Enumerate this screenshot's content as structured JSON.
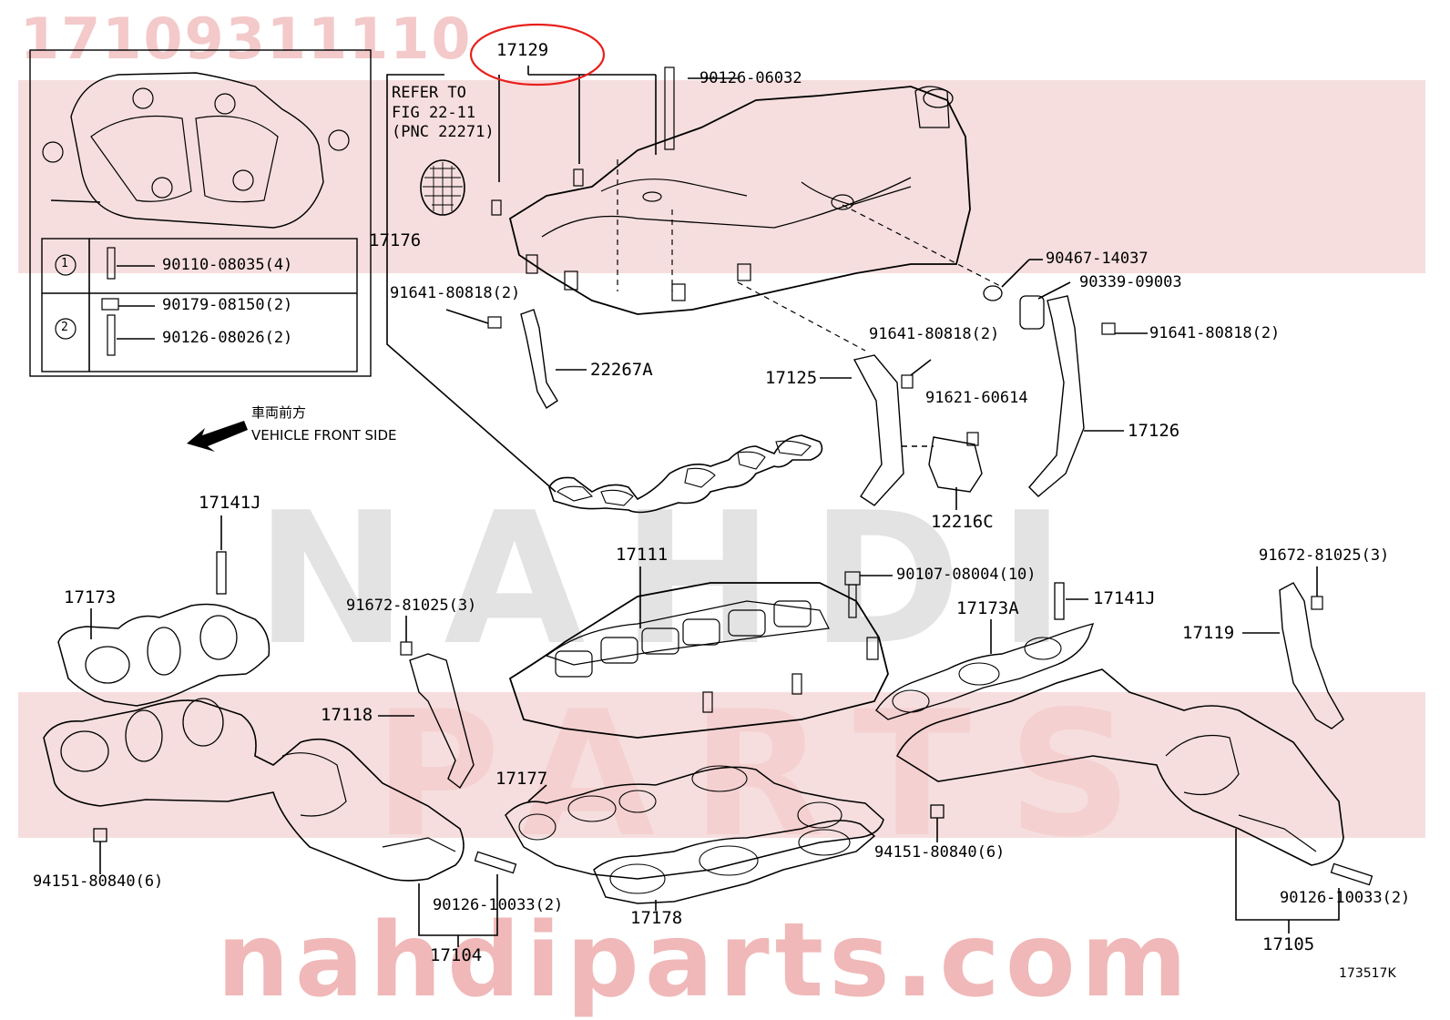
{
  "watermarks": {
    "top_number": "17109311110",
    "middle": "NAHDI",
    "parts": "PARTS",
    "website": "nahdiparts.com"
  },
  "inset": {
    "legend": [
      {
        "num": "1",
        "parts": [
          "90110-08035(4)"
        ]
      },
      {
        "num": "2",
        "parts": [
          "90179-08150(2)",
          "90126-08026(2)"
        ]
      }
    ]
  },
  "refer_note": [
    "REFER TO",
    "FIG 22-11",
    "(PNC 22271)"
  ],
  "direction": {
    "jp": "車両前方",
    "en": "VEHICLE FRONT SIDE"
  },
  "labels": {
    "p17129": "17129",
    "p90126_06032": "90126-06032",
    "p17176": "17176",
    "p91641_a": "91641-80818(2)",
    "p22267a": "22267A",
    "p90467": "90467-14037",
    "p90339": "90339-09003",
    "p91641_b": "91641-80818(2)",
    "p91641_c": "91641-80818(2)",
    "p17125": "17125",
    "p91621": "91621-60614",
    "p17126": "17126",
    "p12216c": "12216C",
    "p17141j_a": "17141J",
    "p17173": "17173",
    "p17111": "17111",
    "p90107": "90107-08004(10)",
    "p91672_a": "91672-81025(3)",
    "p91672_b": "91672-81025(3)",
    "p17173a": "17173A",
    "p17141j_b": "17141J",
    "p17119": "17119",
    "p17118": "17118",
    "p17177": "17177",
    "p94151_a": "94151-80840(6)",
    "p94151_b": "94151-80840(6)",
    "p90126_a": "90126-10033(2)",
    "p90126_b": "90126-10033(2)",
    "p17178": "17178",
    "p17104": "17104",
    "p17105": "17105",
    "fig_id": "173517K"
  },
  "colors": {
    "highlight": "#e8201c",
    "line": "#000000",
    "watermark_red": "#f0b8b8",
    "watermark_band": "#f4d8d8"
  }
}
